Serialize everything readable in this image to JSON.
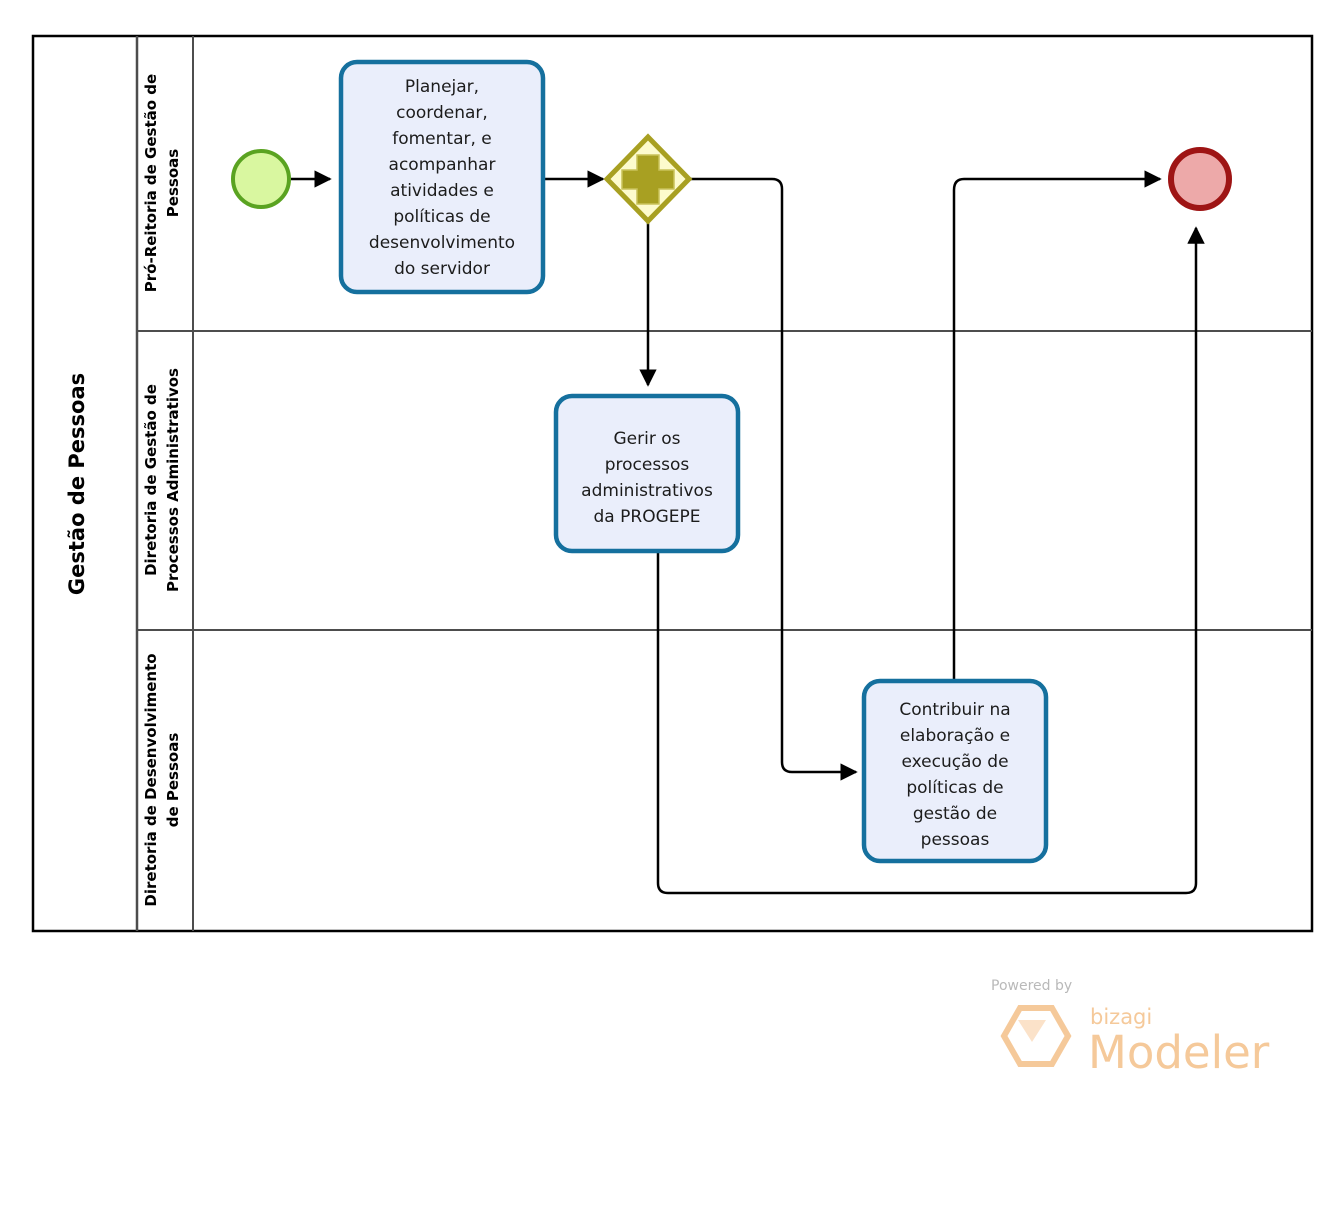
{
  "diagram": {
    "type": "bpmn-process",
    "pool": {
      "name": "Gestão de Pessoas",
      "lanes": [
        {
          "id": "lane-1",
          "name": "Pró-Reitoria de Gestão de Pessoas"
        },
        {
          "id": "lane-2",
          "name": "Diretoria de Gestão de Processos Administrativos"
        },
        {
          "id": "lane-3",
          "name": "Diretoria de Desenvolvimento de Pessoas"
        }
      ]
    },
    "events": [
      {
        "id": "start-event",
        "kind": "start",
        "lane": "lane-1",
        "fill": "#d9f7a0",
        "stroke": "#5aa321"
      },
      {
        "id": "end-event",
        "kind": "end",
        "lane": "lane-1",
        "fill": "#eda9a9",
        "stroke": "#9e1414"
      }
    ],
    "gateways": [
      {
        "id": "parallel-gateway",
        "kind": "parallel",
        "symbol": "plus",
        "lane": "lane-1",
        "fill": "#fdfbcd",
        "stroke": "#a8a022"
      }
    ],
    "tasks": [
      {
        "id": "task-planejar",
        "lane": "lane-1",
        "label": "Planejar, coordenar, fomentar, e acompanhar atividades e políticas de desenvolvimento do servidor",
        "lines": [
          "Planejar,",
          "coordenar,",
          "fomentar, e",
          "acompanhar",
          "atividades e",
          "políticas de",
          "desenvolvimento",
          "do servidor"
        ]
      },
      {
        "id": "task-gerir",
        "lane": "lane-2",
        "label": "Gerir os processos administrativos da PROGEPE",
        "lines": [
          "Gerir os",
          "processos",
          "administrativos",
          "da PROGEPE"
        ]
      },
      {
        "id": "task-contribuir",
        "lane": "lane-3",
        "label": "Contribuir na elaboração e execução de políticas de gestão de pessoas",
        "lines": [
          "Contribuir na",
          "elaboração e",
          "execução de",
          "políticas de",
          "gestão de",
          "pessoas"
        ]
      }
    ],
    "flows": [
      {
        "id": "flow-start-to-task1",
        "from": "start-event",
        "to": "task-planejar"
      },
      {
        "id": "flow-task1-to-gateway",
        "from": "task-planejar",
        "to": "parallel-gateway"
      },
      {
        "id": "flow-gateway-to-task2",
        "from": "parallel-gateway",
        "to": "task-gerir"
      },
      {
        "id": "flow-gateway-to-task3",
        "from": "parallel-gateway",
        "to": "task-contribuir"
      },
      {
        "id": "flow-task3-to-end",
        "from": "task-contribuir",
        "to": "end-event"
      },
      {
        "id": "flow-task2-to-end",
        "from": "task-gerir",
        "to": "end-event"
      }
    ],
    "colors": {
      "task_fill": "#eaeefb",
      "task_stroke": "#15709e",
      "pool_border": "#000000",
      "lane_border": "#4d4d4d",
      "flow_line": "#000000"
    }
  },
  "watermark": {
    "powered_by": "Powered by",
    "brand": "bizagi",
    "product": "Modeler"
  }
}
